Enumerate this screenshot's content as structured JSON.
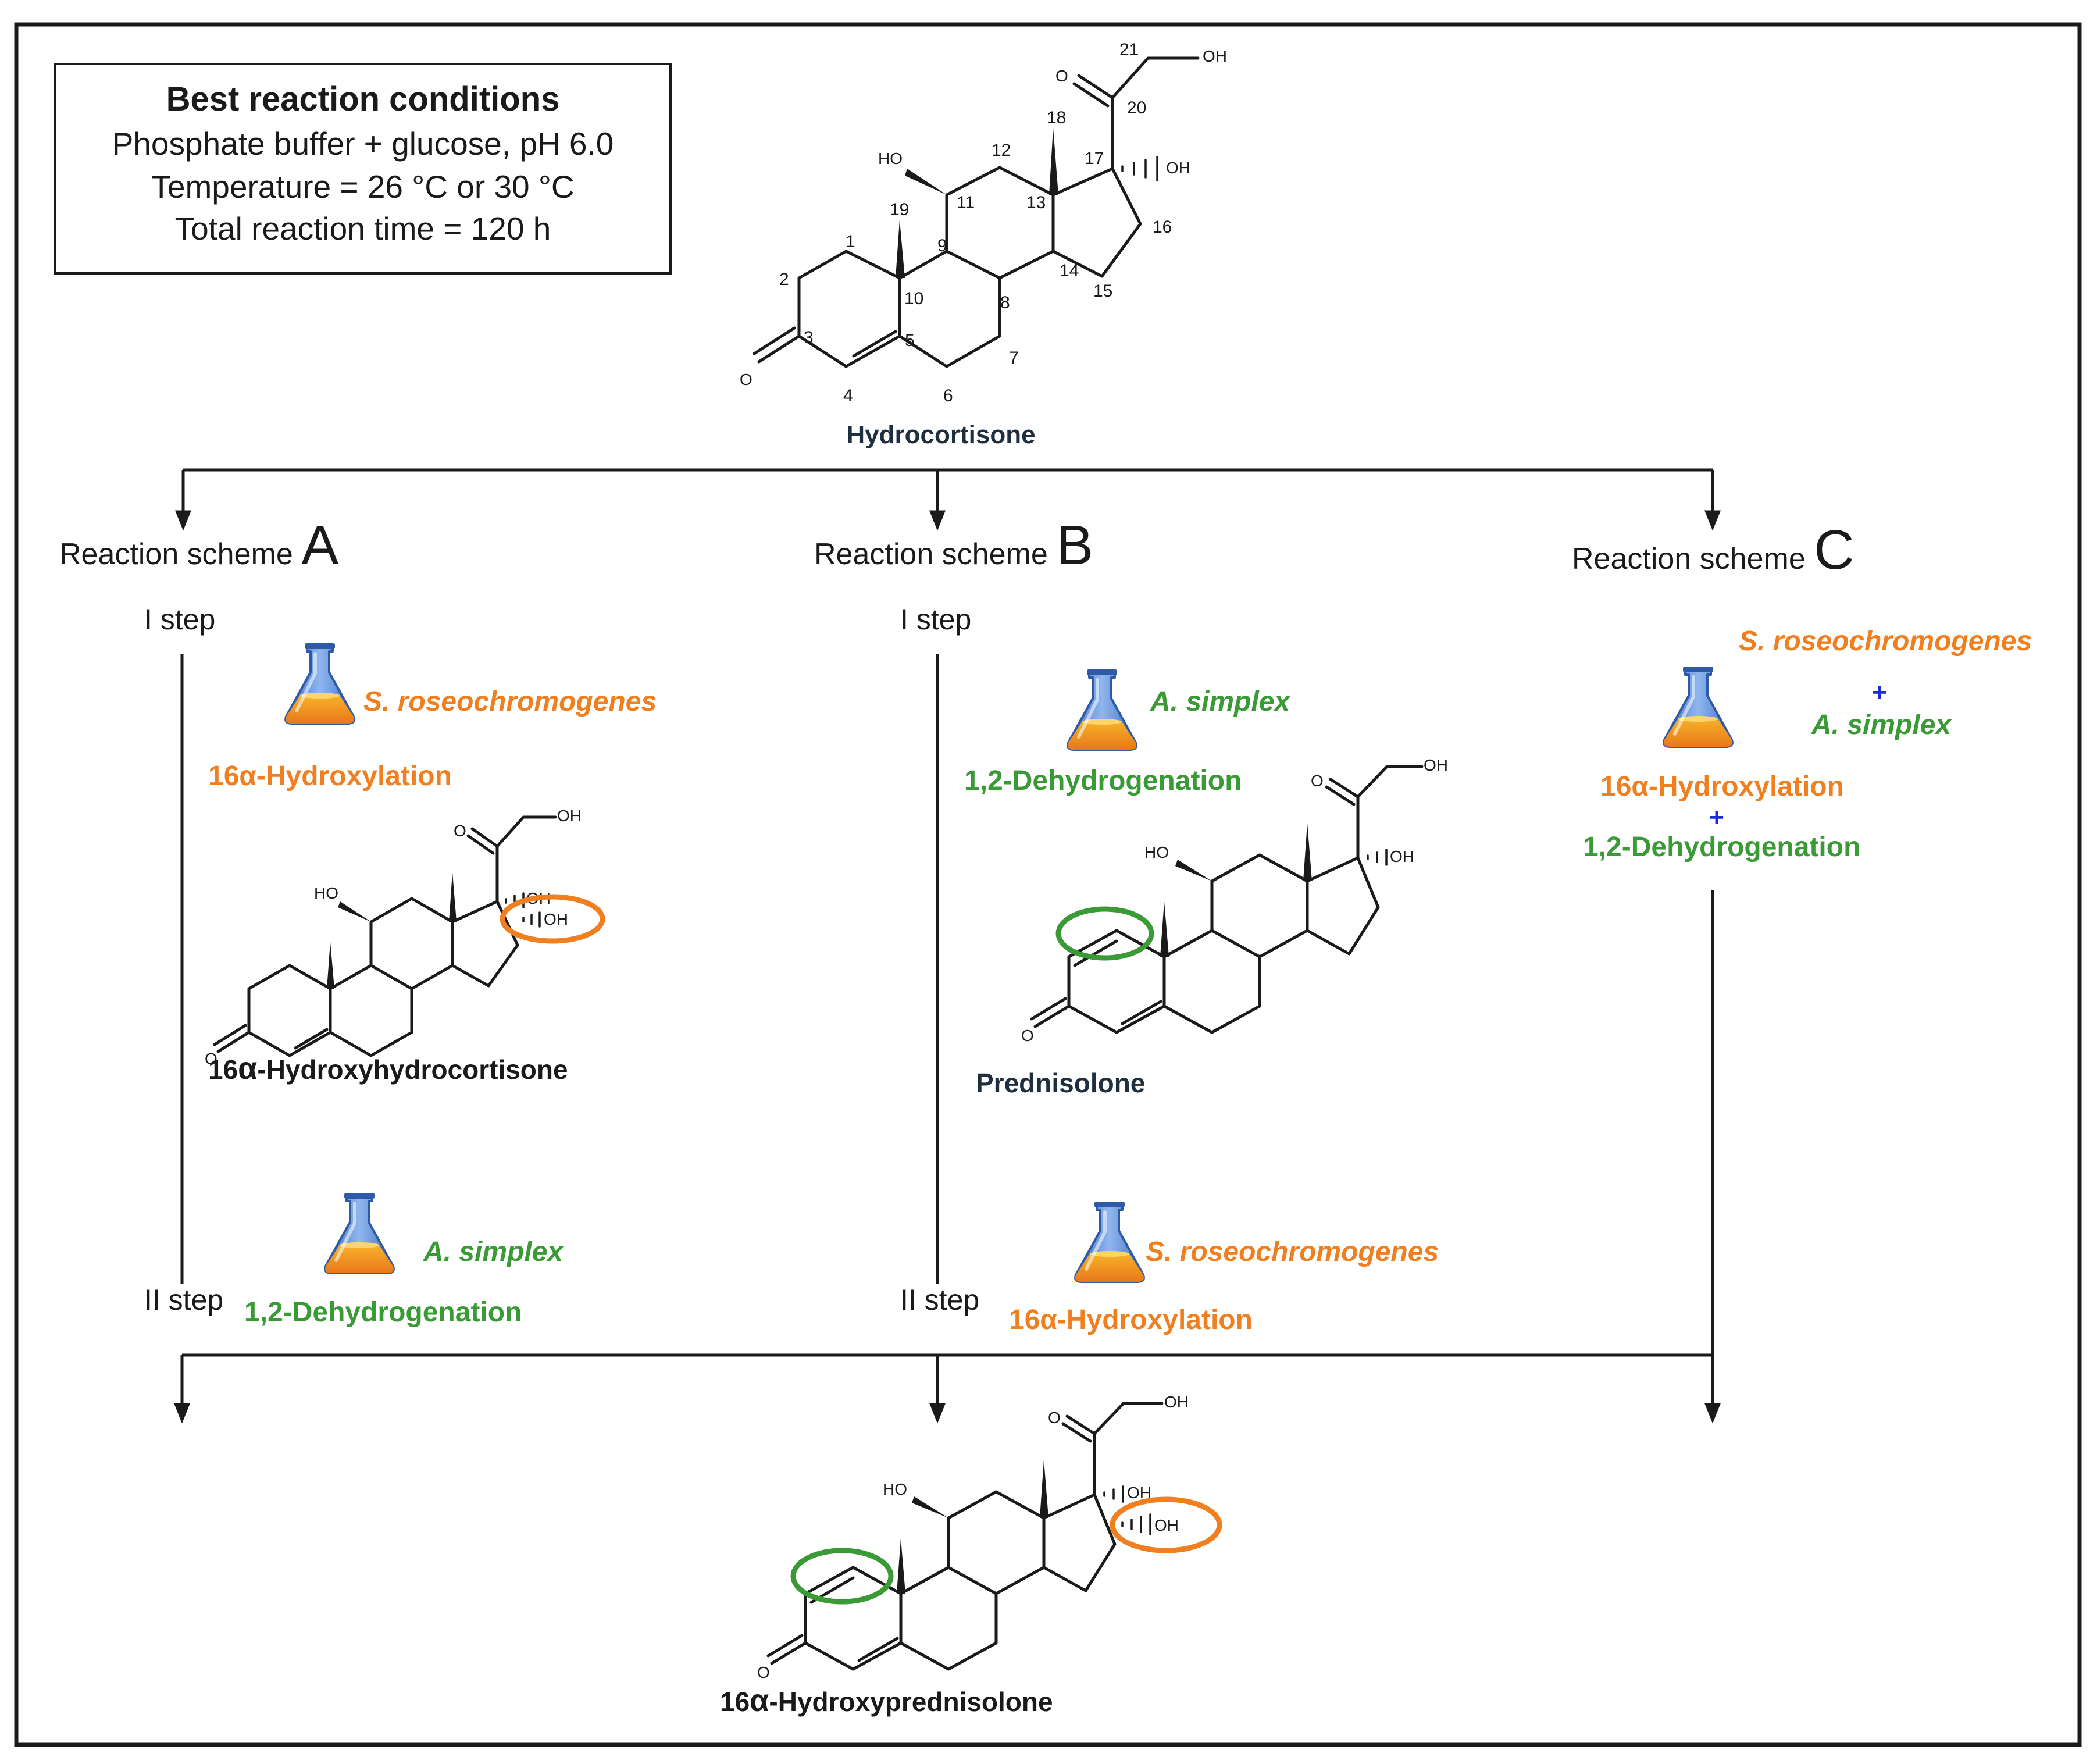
{
  "conditions": {
    "title": "Best reaction conditions",
    "line1": "Phosphate buffer + glucose, pH 6.0",
    "line2": "Temperature = 26 °C or 30 °C",
    "line3": "Total reaction time = 120 h"
  },
  "start_compound": {
    "name": "Hydrocortisone",
    "atom_labels": {
      "oh": "OH",
      "ho": "HO",
      "o": "O"
    },
    "carbon_numbers": [
      "1",
      "2",
      "3",
      "4",
      "5",
      "6",
      "7",
      "8",
      "9",
      "10",
      "11",
      "12",
      "13",
      "14",
      "15",
      "16",
      "17",
      "18",
      "19",
      "20",
      "21"
    ]
  },
  "schemes": {
    "a": {
      "prefix": "Reaction scheme",
      "letter": "A"
    },
    "b": {
      "prefix": "Reaction scheme",
      "letter": "B"
    },
    "c": {
      "prefix": "Reaction scheme",
      "letter": "C"
    }
  },
  "steps": {
    "step1": "I step",
    "step2": "II step"
  },
  "organisms": {
    "streptomyces": "S. roseochromogenes",
    "arthrobacter": "A. simplex"
  },
  "reactions": {
    "hydroxylation": "16α-Hydroxylation",
    "dehydrogenation": "1,2-Dehydrogenation",
    "plus": "+"
  },
  "intermediates": {
    "a_prefix": "16",
    "a_alpha": "α",
    "a_suffix": "-Hydroxyhydrocortisone",
    "b_name": "Prednisolone"
  },
  "product": {
    "prefix": "16",
    "alpha": "α",
    "suffix": "-Hydroxyprednisolone"
  },
  "colors": {
    "streptomyces_orange": "#f07f20",
    "arthrobacter_green": "#3a9a35",
    "plus_blue": "#1a2ad8",
    "flask_liquid": "#f29a1a",
    "flask_glass": "#5a8fd8"
  },
  "icons": [
    "flask-icon",
    "hydroxyl-highlight-circle",
    "double-bond-highlight-circle"
  ]
}
